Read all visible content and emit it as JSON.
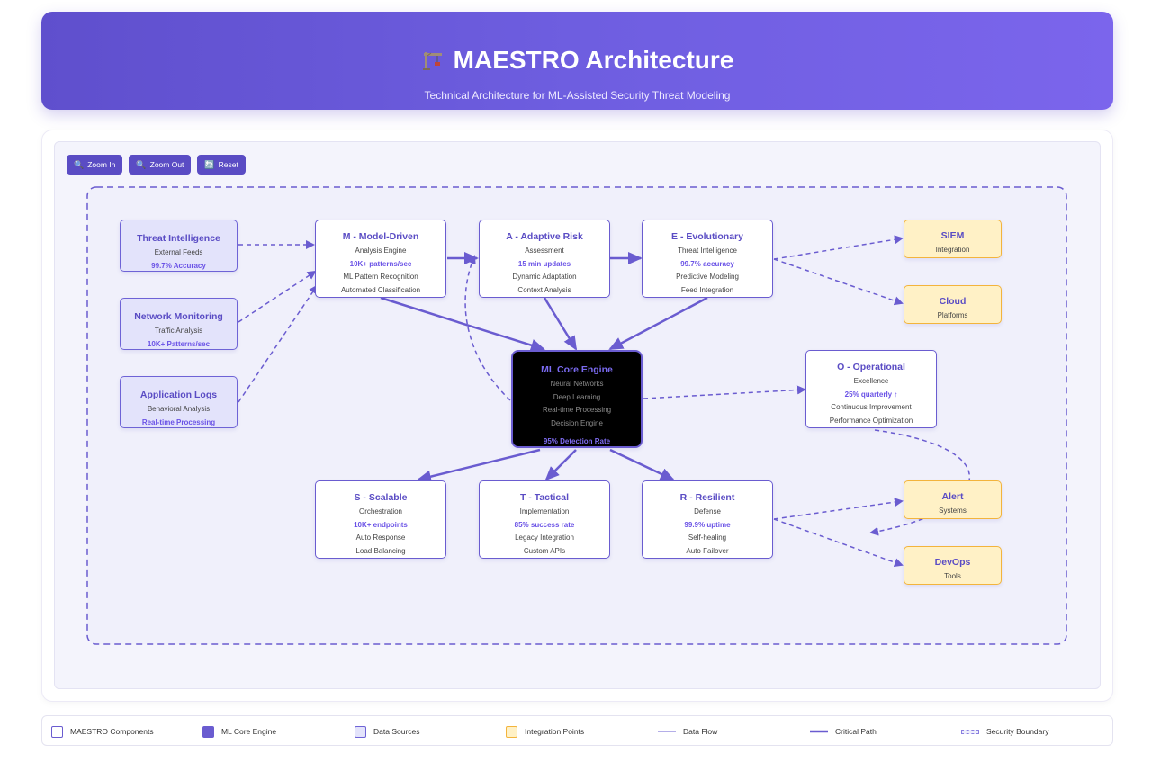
{
  "header": {
    "title": "MAESTRO Architecture",
    "subtitle": "Technical Architecture for ML-Assisted Security Threat Modeling",
    "icon": "crane-icon"
  },
  "toolbar": {
    "zoom_in": "Zoom In",
    "zoom_out": "Zoom Out",
    "reset": "Reset"
  },
  "sources": [
    {
      "title": "Threat Intelligence",
      "sub": "External Feeds",
      "metric": "99.7% Accuracy"
    },
    {
      "title": "Network Monitoring",
      "sub": "Traffic Analysis",
      "metric": "10K+ Patterns/sec"
    },
    {
      "title": "Application Logs",
      "sub": "Behavioral Analysis",
      "metric": "Real-time Processing"
    }
  ],
  "components": {
    "m": {
      "title": "M - Model-Driven",
      "sub": "Analysis Engine",
      "metric": "10K+ patterns/sec",
      "f1": "ML Pattern Recognition",
      "f2": "Automated Classification"
    },
    "a": {
      "title": "A - Adaptive Risk",
      "sub": "Assessment",
      "metric": "15 min updates",
      "f1": "Dynamic Adaptation",
      "f2": "Context Analysis"
    },
    "e": {
      "title": "E - Evolutionary",
      "sub": "Threat Intelligence",
      "metric": "99.7% accuracy",
      "f1": "Predictive Modeling",
      "f2": "Feed Integration"
    },
    "o": {
      "title": "O - Operational",
      "sub": "Excellence",
      "metric": "25% quarterly ↑",
      "f1": "Continuous Improvement",
      "f2": "Performance Optimization"
    },
    "s": {
      "title": "S - Scalable",
      "sub": "Orchestration",
      "metric": "10K+ endpoints",
      "f1": "Auto Response",
      "f2": "Load Balancing"
    },
    "t": {
      "title": "T - Tactical",
      "sub": "Implementation",
      "metric": "85% success rate",
      "f1": "Legacy Integration",
      "f2": "Custom APIs"
    },
    "r": {
      "title": "R - Resilient",
      "sub": "Defense",
      "metric": "99.9% uptime",
      "f1": "Self-healing",
      "f2": "Auto Failover"
    }
  },
  "core": {
    "title": "ML Core Engine",
    "lines": [
      "Neural Networks",
      "Deep Learning",
      "Real-time Processing",
      "Decision Engine"
    ],
    "metric": "95% Detection Rate"
  },
  "integrations": [
    {
      "title": "SIEM",
      "sub": "Integration"
    },
    {
      "title": "Cloud",
      "sub": "Platforms"
    },
    {
      "title": "Alert",
      "sub": "Systems"
    },
    {
      "title": "DevOps",
      "sub": "Tools"
    }
  ],
  "legend": {
    "components": "MAESTRO Components",
    "core": "ML Core Engine",
    "sources": "Data Sources",
    "integration": "Integration Points",
    "flow": "Data Flow",
    "critical": "Critical Path",
    "boundary": "Security Boundary"
  },
  "colors": {
    "accent": "#6a5cd0",
    "integration_fill": "#fff1c6",
    "integration_border": "#f3b43c",
    "source_fill": "#e3e3fb"
  }
}
